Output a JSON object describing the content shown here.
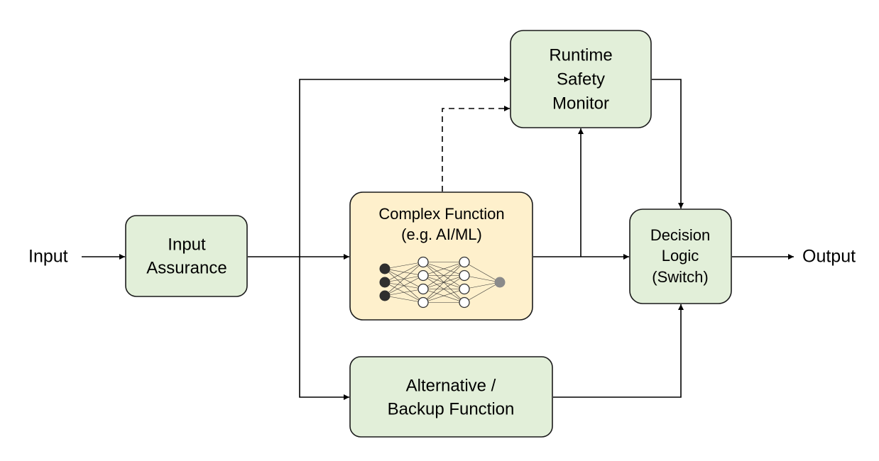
{
  "terminals": {
    "input": "Input",
    "output": "Output"
  },
  "blocks": {
    "input_assurance": [
      "Input",
      "Assurance"
    ],
    "complex_function": [
      "Complex Function",
      "(e.g. AI/ML)"
    ],
    "runtime_monitor": [
      "Runtime",
      "Safety",
      "Monitor"
    ],
    "decision_logic": [
      "Decision",
      "Logic",
      "(Switch)"
    ],
    "backup_function": [
      "Alternative /",
      "Backup Function"
    ]
  },
  "neural_network": {
    "layers": [
      3,
      4,
      4,
      1
    ]
  },
  "colors": {
    "safety_block": "#e2efd9",
    "ai_block": "#fef0cc",
    "line": "#000000"
  }
}
